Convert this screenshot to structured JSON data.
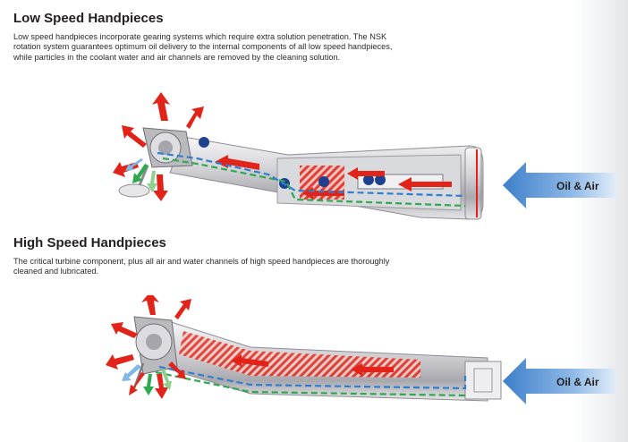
{
  "sections": [
    {
      "title": "Low Speed Handpieces",
      "body": "Low speed handpieces incorporate gearing systems which require extra solution penetration. The NSK rotation system guarantees optimum oil delivery to the internal components of all low speed handpieces, while particles in the coolant water and air channels are removed by the cleaning solution.",
      "flow_label": "Oil & Air"
    },
    {
      "title": "High Speed Handpieces",
      "body": "The critical turbine component, plus all air and water channels of high speed handpieces are thoroughly cleaned and lubricated.",
      "flow_label": "Oil & Air"
    }
  ],
  "colors": {
    "heading": "#231f20",
    "body_text": "#2b2b2b",
    "oil_air_arrow": "#5d9ad6",
    "oil_flow": "#e2231a",
    "water_channel": "#2fa84f",
    "air_channel": "#2f7fd0",
    "handpiece_metal": "#c9c9cd"
  },
  "icons": {
    "flow_arrow": "arrow-left-icon",
    "spray_arrows": "arrow-out-icon"
  }
}
